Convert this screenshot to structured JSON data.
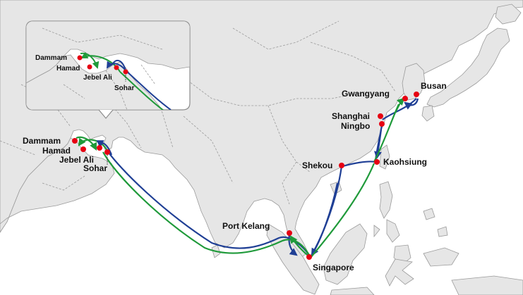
{
  "colors": {
    "sea": "#ffffff",
    "land": "#e6e6e6",
    "border": "#9a9a9a",
    "route_blue": "#1f3f95",
    "route_green": "#1f9a3a",
    "port": "#e60012"
  },
  "ports": {
    "dammam": "Dammam",
    "hamad": "Hamad",
    "jebel_ali": "Jebel Ali",
    "sohar": "Sohar",
    "port_kelang": "Port Kelang",
    "singapore": "Singapore",
    "shekou": "Shekou",
    "kaohsiung": "Kaohsiung",
    "ningbo": "Ningbo",
    "shanghai": "Shanghai",
    "gwangyang": "Gwangyang",
    "busan": "Busan"
  },
  "inset": {
    "dammam": "Dammam",
    "hamad": "Hamad",
    "jebel_ali": "Jebel Ali",
    "sohar": "Sohar"
  }
}
